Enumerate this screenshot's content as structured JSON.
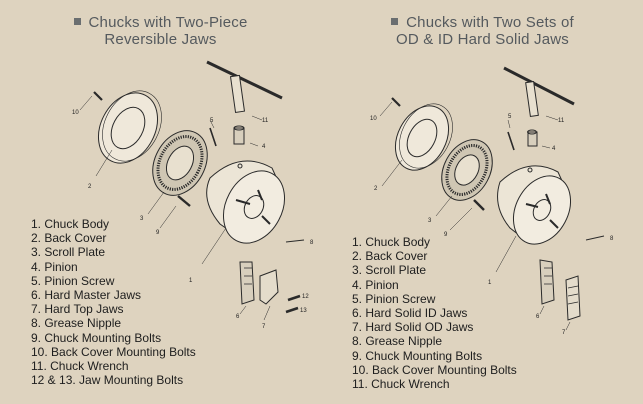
{
  "left": {
    "heading_line1": "Chucks with Two-Piece",
    "heading_line2": "Reversible Jaws",
    "parts": [
      "1. Chuck Body",
      "2. Back Cover",
      "3. Scroll Plate",
      "4. Pinion",
      "5. Pinion Screw",
      "6. Hard Master Jaws",
      "7. Hard Top Jaws",
      "8. Grease Nipple",
      "9. Chuck Mounting Bolts",
      "10. Back Cover Mounting Bolts",
      "11. Chuck Wrench",
      "12 & 13. Jaw Mounting Bolts"
    ],
    "callouts": [
      "1",
      "2",
      "3",
      "4",
      "5",
      "6",
      "7",
      "8",
      "9",
      "10",
      "11",
      "12",
      "13"
    ]
  },
  "right": {
    "heading_line1": "Chucks with Two Sets of",
    "heading_line2": "OD & ID Hard Solid Jaws",
    "parts": [
      "1. Chuck Body",
      "2. Back Cover",
      "3. Scroll Plate",
      "4. Pinion",
      "5. Pinion Screw",
      "6. Hard Solid ID Jaws",
      "7. Hard Solid OD Jaws",
      "8. Grease Nipple",
      "9. Chuck Mounting Bolts",
      "10. Back Cover Mounting Bolts",
      "11. Chuck Wrench"
    ],
    "callouts": [
      "1",
      "2",
      "3",
      "4",
      "5",
      "6",
      "7",
      "8",
      "9",
      "10",
      "11"
    ]
  },
  "colors": {
    "background": "#ded3bf",
    "heading": "#555a5e",
    "text": "#1e1e1e",
    "line_art": "#2a2a2a"
  }
}
